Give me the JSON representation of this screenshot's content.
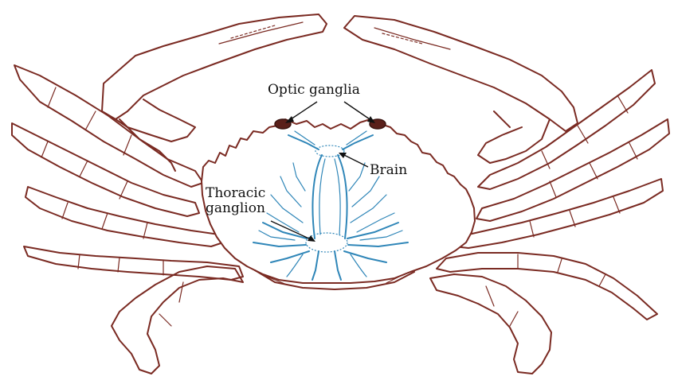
{
  "labels": {
    "optic": "Optic ganglia",
    "brain": "Brain",
    "thoracic_line1": "Thoracic",
    "thoracic_line2": "ganglion"
  },
  "colors": {
    "outline": "#7a2a22",
    "nerve": "#2f86b8",
    "eye": "#5a1f1a",
    "background": "#ffffff"
  }
}
